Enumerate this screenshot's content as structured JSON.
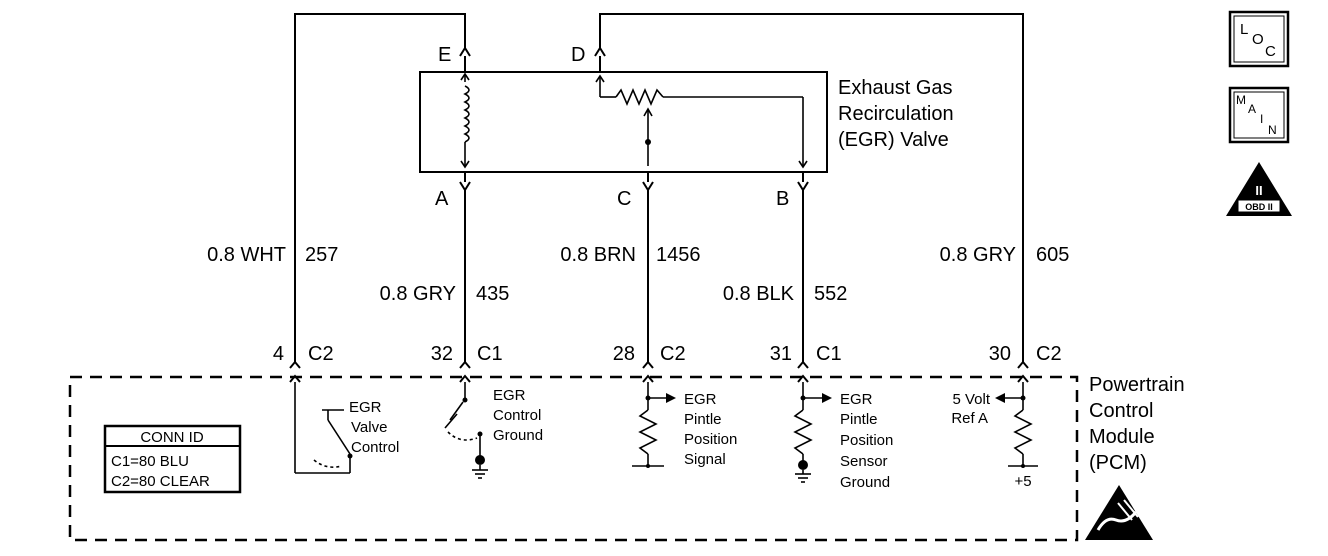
{
  "component": {
    "name_lines": [
      "Exhaust Gas",
      "Recirculation",
      "(EGR) Valve"
    ]
  },
  "pins": {
    "E": "E",
    "D": "D",
    "A": "A",
    "C": "C",
    "B": "B"
  },
  "wires": [
    {
      "gauge_color": "0.8 WHT",
      "circuit": "257"
    },
    {
      "gauge_color": "0.8 GRY",
      "circuit": "435"
    },
    {
      "gauge_color": "0.8 BRN",
      "circuit": "1456"
    },
    {
      "gauge_color": "0.8 BLK",
      "circuit": "552"
    },
    {
      "gauge_color": "0.8 GRY",
      "circuit": "605"
    }
  ],
  "connector_pins": [
    {
      "pin": "4",
      "conn": "C2"
    },
    {
      "pin": "32",
      "conn": "C1"
    },
    {
      "pin": "28",
      "conn": "C2"
    },
    {
      "pin": "31",
      "conn": "C1"
    },
    {
      "pin": "30",
      "conn": "C2"
    }
  ],
  "pcm": {
    "name_lines": [
      "Powertrain",
      "Control",
      "Module",
      "(PCM)"
    ],
    "circuits": [
      {
        "lines": [
          "EGR",
          "Valve",
          "Control"
        ]
      },
      {
        "lines": [
          "EGR",
          "Control",
          "Ground"
        ]
      },
      {
        "lines": [
          "EGR",
          "Pintle",
          "Position",
          "Signal"
        ]
      },
      {
        "lines": [
          "EGR",
          "Pintle",
          "Position",
          "Sensor",
          "Ground"
        ]
      },
      {
        "lines": [
          "5 Volt",
          "Ref A"
        ]
      }
    ],
    "plus5": "+5"
  },
  "conn_id": {
    "title": "CONN ID",
    "rows": [
      "C1=80 BLU",
      "C2=80 CLEAR"
    ]
  },
  "icons": {
    "loc": {
      "l1": "L",
      "l2": "O",
      "l3": "C"
    },
    "main": {
      "l1": "M",
      "l2": "A",
      "l3": "I",
      "l4": "N"
    },
    "obd": {
      "top": "II",
      "bottom": "OBD II"
    }
  }
}
